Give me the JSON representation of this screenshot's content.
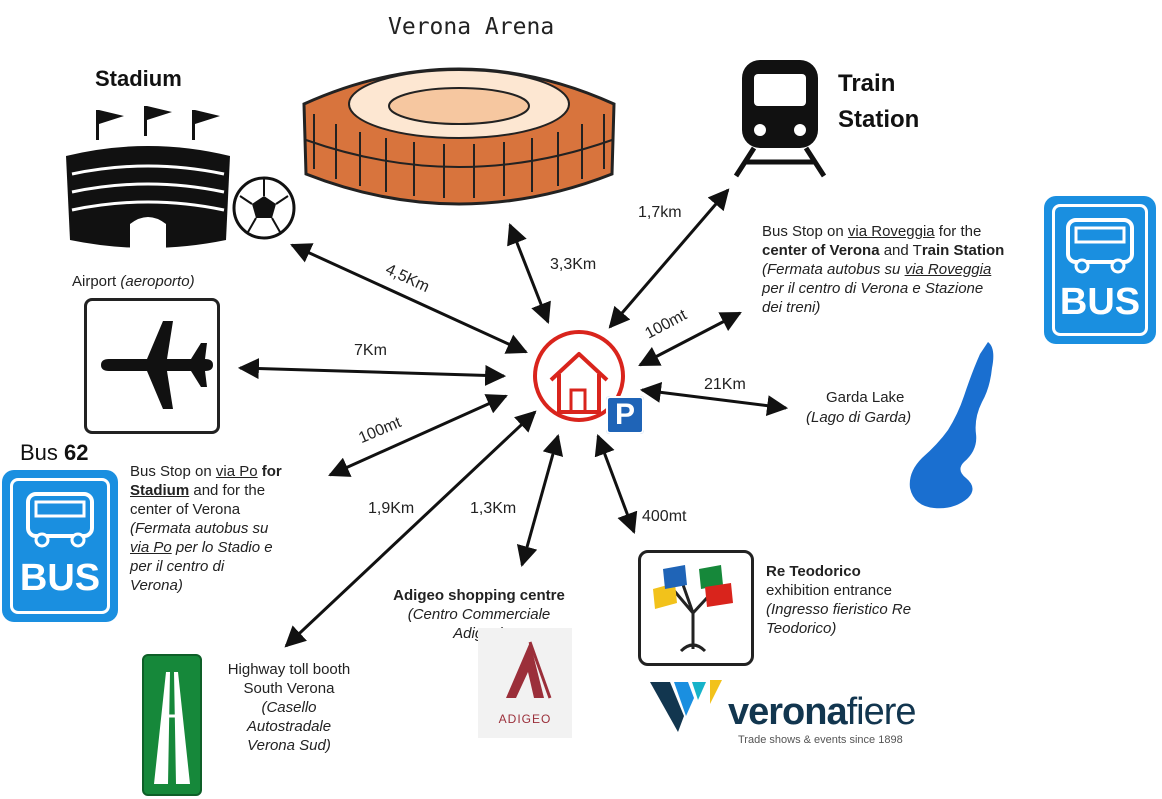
{
  "center": {
    "icon": "house-icon",
    "parking": "P",
    "accent": "#d9241c",
    "parking_color": "#1f64b7"
  },
  "arena": {
    "title": "Verona Arena",
    "color": "#d8743d"
  },
  "stadium": {
    "title": "Stadium"
  },
  "train": {
    "title_line1": "Train",
    "title_line2": "Station"
  },
  "airport": {
    "label": "Airport",
    "label_it": "(aeroporto)"
  },
  "bus_right": {
    "sign": "BUS",
    "l1a": "Bus Stop on ",
    "l1b": "via Roveggia",
    "l1c": " for the",
    "l2a": "center of Verona",
    "l2b": " and T",
    "l2c": "rain Station",
    "l3a": "(Fermata autobus su ",
    "l3b": "via Roveggia",
    "l4": "per il centro di Verona e Stazione",
    "l5": "dei treni)"
  },
  "garda": {
    "label": "Garda Lake",
    "label_it": "(Lago di Garda)",
    "color": "#1a6fd0"
  },
  "bus62": {
    "title_a": "Bus ",
    "title_b": "62",
    "sign": "BUS",
    "l1a": "Bus Stop on ",
    "l1b": "via Po",
    "l1c": " for",
    "l2a": "Stadium",
    "l2b": " and for the",
    "l3": "center of Verona",
    "l4": "(Fermata autobus su",
    "l5a": "via Po",
    "l5b": " per lo Stadio e",
    "l6": "per il centro di",
    "l7": "Verona)"
  },
  "highway": {
    "l1": "Highway toll booth",
    "l2": "South Verona",
    "l3": "(Casello",
    "l4": "Autostradale",
    "l5": "Verona Sud)",
    "color": "#16883a"
  },
  "adigeo": {
    "title": "Adigeo shopping centre",
    "l2": "(Centro Commerciale",
    "l3": "Adigeo)",
    "logo_text": "ADIGEO",
    "color": "#9b2f3a"
  },
  "reteodorico": {
    "l1": "Re Teodorico",
    "l2": "exhibition entrance",
    "l3": "(Ingresso fieristico Re",
    "l4": "Teodorico)"
  },
  "veronafiere": {
    "brand_a": "verona",
    "brand_b": "fiere",
    "tagline": "Trade shows & events since 1898"
  },
  "distances": {
    "stadium": "4,5Km",
    "arena": "3,3Km",
    "train": "1,7km",
    "bus_right": "100mt",
    "airport": "7Km",
    "garda": "21Km",
    "bus62": "100mt",
    "highway": "1,9Km",
    "adigeo": "1,3Km",
    "reteodorico": "400mt"
  }
}
